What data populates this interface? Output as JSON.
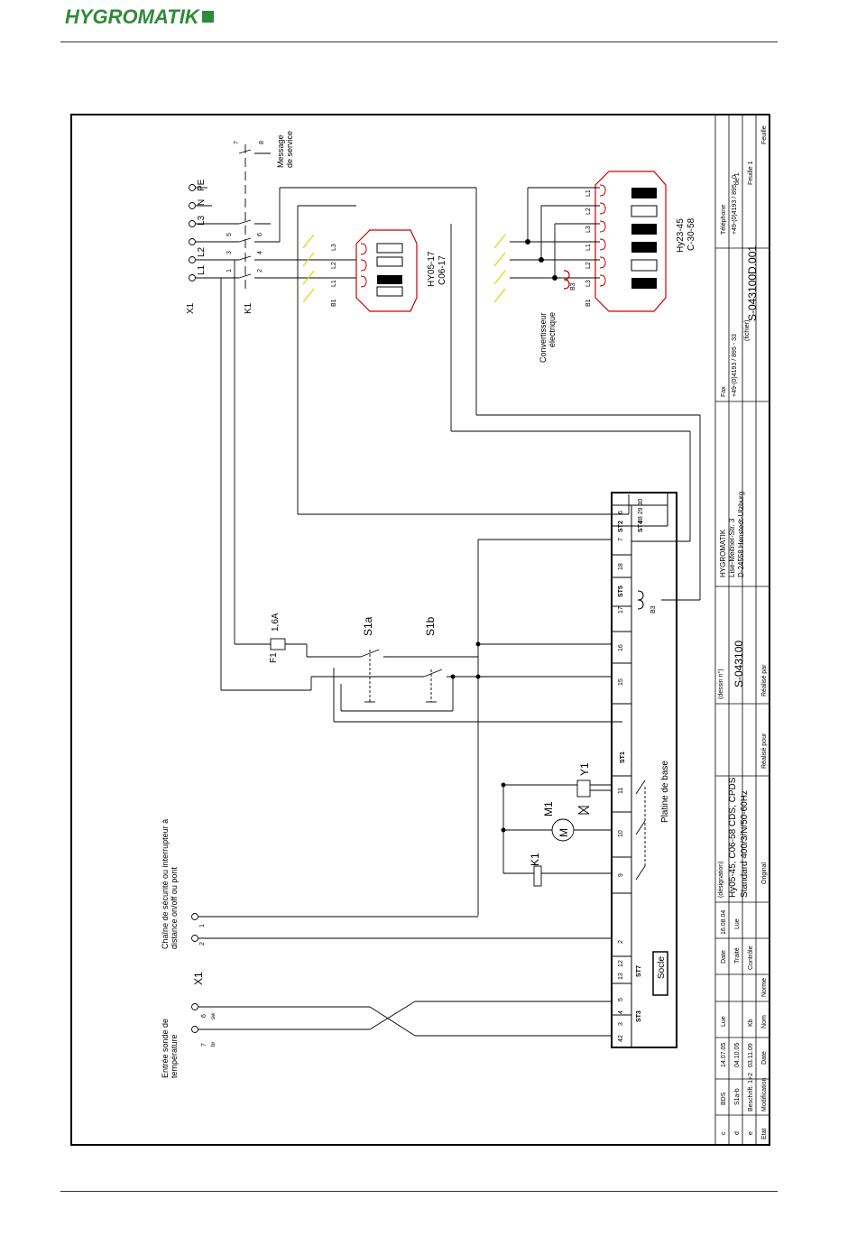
{
  "header": {
    "logo_text": "HYGROMATIK",
    "brand_color": "#2e8b3a"
  },
  "labels": {
    "x1_top": "X1",
    "k1_top": "K1",
    "terminals_top": [
      "L1",
      "L2",
      "L3",
      "N",
      "PE"
    ],
    "k1_contacts_top": [
      "1",
      "3",
      "5"
    ],
    "k1_contacts_bottom": [
      "2",
      "4",
      "6"
    ],
    "msg_contacts": [
      "7",
      "8"
    ],
    "message_service": [
      "Message",
      "de service"
    ],
    "hy0517_name": "HY05-17",
    "hy0517_sub": "C06-17",
    "hy0517_pins": [
      "L3",
      "L2",
      "L1",
      "B1"
    ],
    "hy2345_name": "Hy23-45",
    "hy2345_sub": "C-30-58",
    "hy2345_pins": [
      "L1",
      "L2",
      "L3",
      "L1",
      "L2",
      "L3",
      "B1"
    ],
    "b3_label": "B3",
    "converter": [
      "Convertisseur",
      "électrique"
    ],
    "f1": "F1",
    "f1_rating": "1,6A",
    "s1a": "S1a",
    "s1b": "S1b",
    "y1": "Y1",
    "m1": "M1",
    "k1": "K1",
    "motor_symbol": "M",
    "baseboard": "Platine de base",
    "socle": "Socle",
    "st_labels": [
      "ST3",
      "ST7",
      "ST1",
      "ST5",
      "ST2",
      "ST4"
    ],
    "st_pins": [
      "42",
      "3",
      "4",
      "5",
      "13",
      "12",
      "2",
      "9",
      "10",
      "11",
      "15",
      "16",
      "17",
      "18",
      "7",
      "6"
    ],
    "st4_pins": "28 29 30",
    "safety_chain": [
      "Chaîne de sécurité ou interrupteur à",
      "distance on/off ou pont"
    ],
    "safety_pins": [
      "2",
      "1"
    ],
    "x1_bottom": "X1",
    "temp_probe": [
      "Entrée sonde de",
      "température"
    ],
    "temp_pins": [
      "7",
      "6"
    ],
    "temp_wires": [
      "br",
      "sw"
    ]
  },
  "title_block": {
    "revisions": [
      {
        "state": "c",
        "modification": "BDS",
        "date": "14.07.05",
        "name": "Lue"
      },
      {
        "state": "d",
        "modification": "S1a-b",
        "date": "04.10.05",
        "name": ""
      },
      {
        "state": "e",
        "modification": "Beschrift. 1+2",
        "date": "03.11.09",
        "name": "Kb"
      }
    ],
    "col_heads": [
      "Etat",
      "Modification",
      "Date",
      "Nom",
      "Norme"
    ],
    "dates": {
      "date_label": "Date",
      "date": "16.08.04",
      "traite": "Traité",
      "traite_val": "Lue",
      "controle": "Contrôle"
    },
    "designation_label": "(désignation)",
    "designation_1": "Hy05-45, C06-58 CDS, CPDS",
    "designation_2": "Standard 400/3/N/50-60Hz",
    "original": "Original",
    "realise_pour": "Réalisé pour",
    "realise_par": "Réalisé par",
    "dessin_label": "(dessin n°)",
    "dessin_no": "S-043100",
    "company": [
      "HYGROMATIK",
      "Lise-Meitner-Str. 3",
      "D-24558 Henstedt-Ulzburg"
    ],
    "fax_label": "Fax",
    "fax": "+49-(0)4193 / 895 - 33",
    "tel_label": "Téléphone",
    "tel": "+49-(0)4193 / 895 - 0",
    "fichier_label": "(fichier)",
    "fichier": "S-043100D.001",
    "feuille": "Feuille 1",
    "de": "de 1",
    "feuille_label": "Feuille"
  }
}
